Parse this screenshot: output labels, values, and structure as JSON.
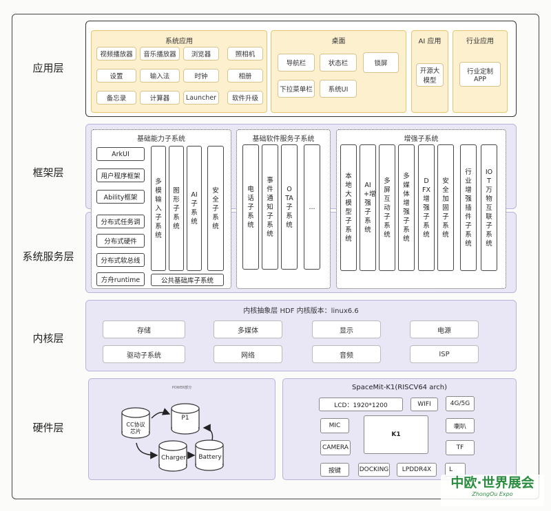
{
  "layers": [
    "应用层",
    "框架层",
    "系统服务层",
    "内核层",
    "硬件层"
  ],
  "app": {
    "system_apps": {
      "title": "系统应用",
      "items": [
        "视频播放器",
        "音乐播放器",
        "浏览器",
        "照相机",
        "设置",
        "输入法",
        "时钟",
        "相册",
        "备忘录",
        "计算器",
        "Launcher",
        "软件升级"
      ]
    },
    "desktop": {
      "title": "桌面",
      "items": [
        "导航栏",
        "状态栏",
        "锁屏",
        "下拉菜单栏",
        "系统UI"
      ]
    },
    "ai_apps": {
      "title": "AI 应用",
      "items": [
        "开源大模型"
      ]
    },
    "industry_apps": {
      "title": "行业应用",
      "items": [
        "行业定制APP"
      ]
    }
  },
  "basic": {
    "title": "基础能力子系统",
    "stack": [
      "ArkUI",
      "用户程序框架",
      "Ability框架",
      "分布式任务调",
      "分布式硬件",
      "分布式软总线",
      "方舟runtime"
    ],
    "verticals": [
      "多模输入子系统",
      "图形子系统",
      "AI子系统",
      "安全子系统"
    ],
    "common": "公共基础库子系统"
  },
  "software": {
    "title": "基础软件服务子系统",
    "verticals": [
      "电话子系统",
      "事件通知子系统",
      "OTA子系统",
      "..."
    ]
  },
  "enhanced": {
    "title": "增强子系统",
    "verticals": [
      "本地大模型子系统",
      "AI+增强子系统",
      "多屏互动子系统",
      "多媒体增强子系统",
      "DFX增强子系统",
      "安全加固子系统",
      "行业增强插件子系统",
      "IOT万物互联子系统"
    ]
  },
  "kernel": {
    "title": "内核抽象层  HDF  内核版本：linux6.6",
    "items": [
      "存储",
      "多媒体",
      "显示",
      "电源",
      "驱动子系统",
      "网络",
      "音频",
      "ISP"
    ]
  },
  "hardware_left": {
    "title": "POWER部分",
    "nodes": [
      "CC协议\n芯片",
      "P1",
      "Charger",
      "Battery"
    ]
  },
  "hardware_right": {
    "title": "SpaceMit-K1(RISCV64 arch)",
    "lcd": "LCD：1920*1200",
    "wifi": "WIFI",
    "net": "4G/5G",
    "mic": "MIC",
    "k1": "K1",
    "speaker": "喇叭",
    "camera": "CAMERA",
    "tf": "TF",
    "button": "按键",
    "docking": "DOCKING",
    "lpddr": "LPDDR4X",
    "partial": "L"
  },
  "watermark": {
    "text": "中欧·世界展会",
    "sub": "ZhongOu Expo"
  },
  "colors": {
    "app_fill": "#fdf0cf",
    "band_fill": "#e9e6f6",
    "watermark": "#2a8c3e"
  }
}
